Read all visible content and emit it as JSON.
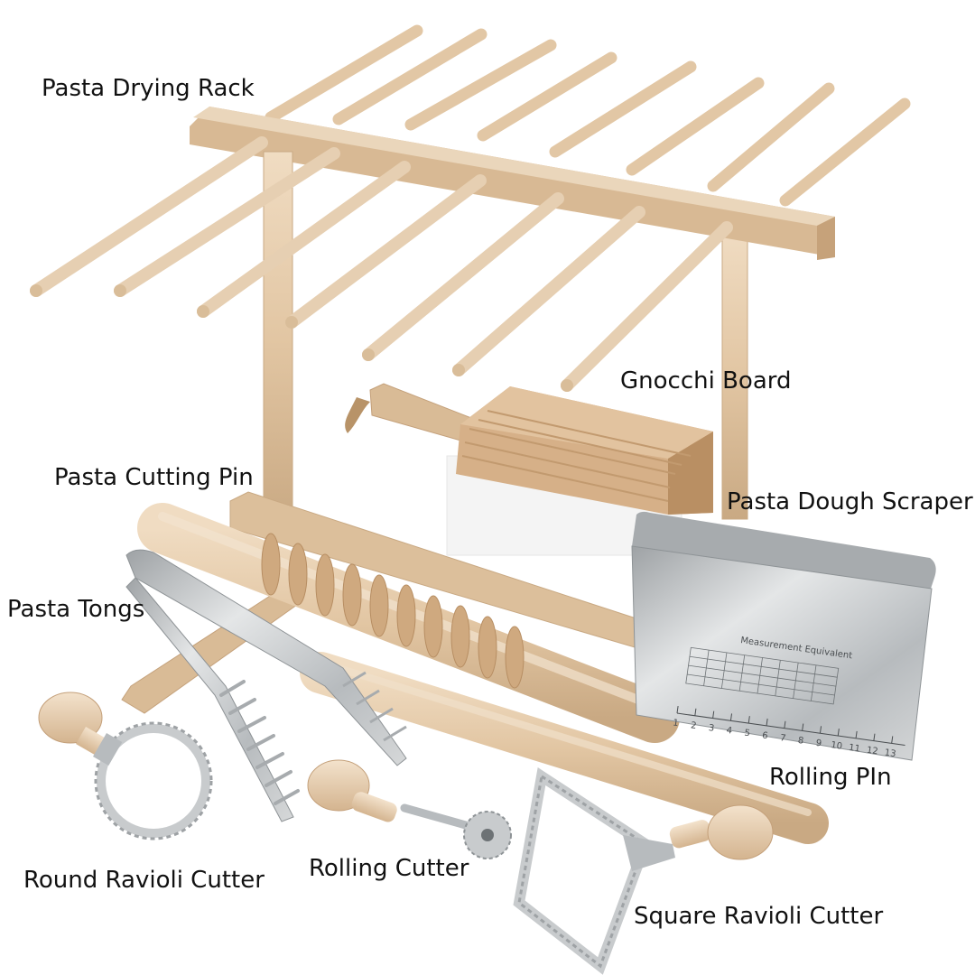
{
  "labels": {
    "drying_rack": "Pasta Drying Rack",
    "gnocchi_board": "Gnocchi Board",
    "cutting_pin": "Pasta Cutting Pin",
    "dough_scraper": "Pasta Dough Scraper",
    "tongs": "Pasta Tongs",
    "rolling_pin": "Rolling PIn",
    "round_cutter": "Round Ravioli Cutter",
    "rolling_cutter": "Rolling Cutter",
    "square_cutter": "Square Ravioli Cutter"
  },
  "scraper": {
    "table_title": "Measurement Equivalent",
    "ruler_numbers": [
      "1",
      "2",
      "3",
      "4",
      "5",
      "6",
      "7",
      "8",
      "9",
      "10",
      "11",
      "12",
      "13"
    ]
  },
  "colors": {
    "wood": "#e6cfb2",
    "wood_dark": "#c9a983",
    "steel": "#c8cbcd",
    "steel_dark": "#8e9396",
    "background": "#ffffff"
  }
}
